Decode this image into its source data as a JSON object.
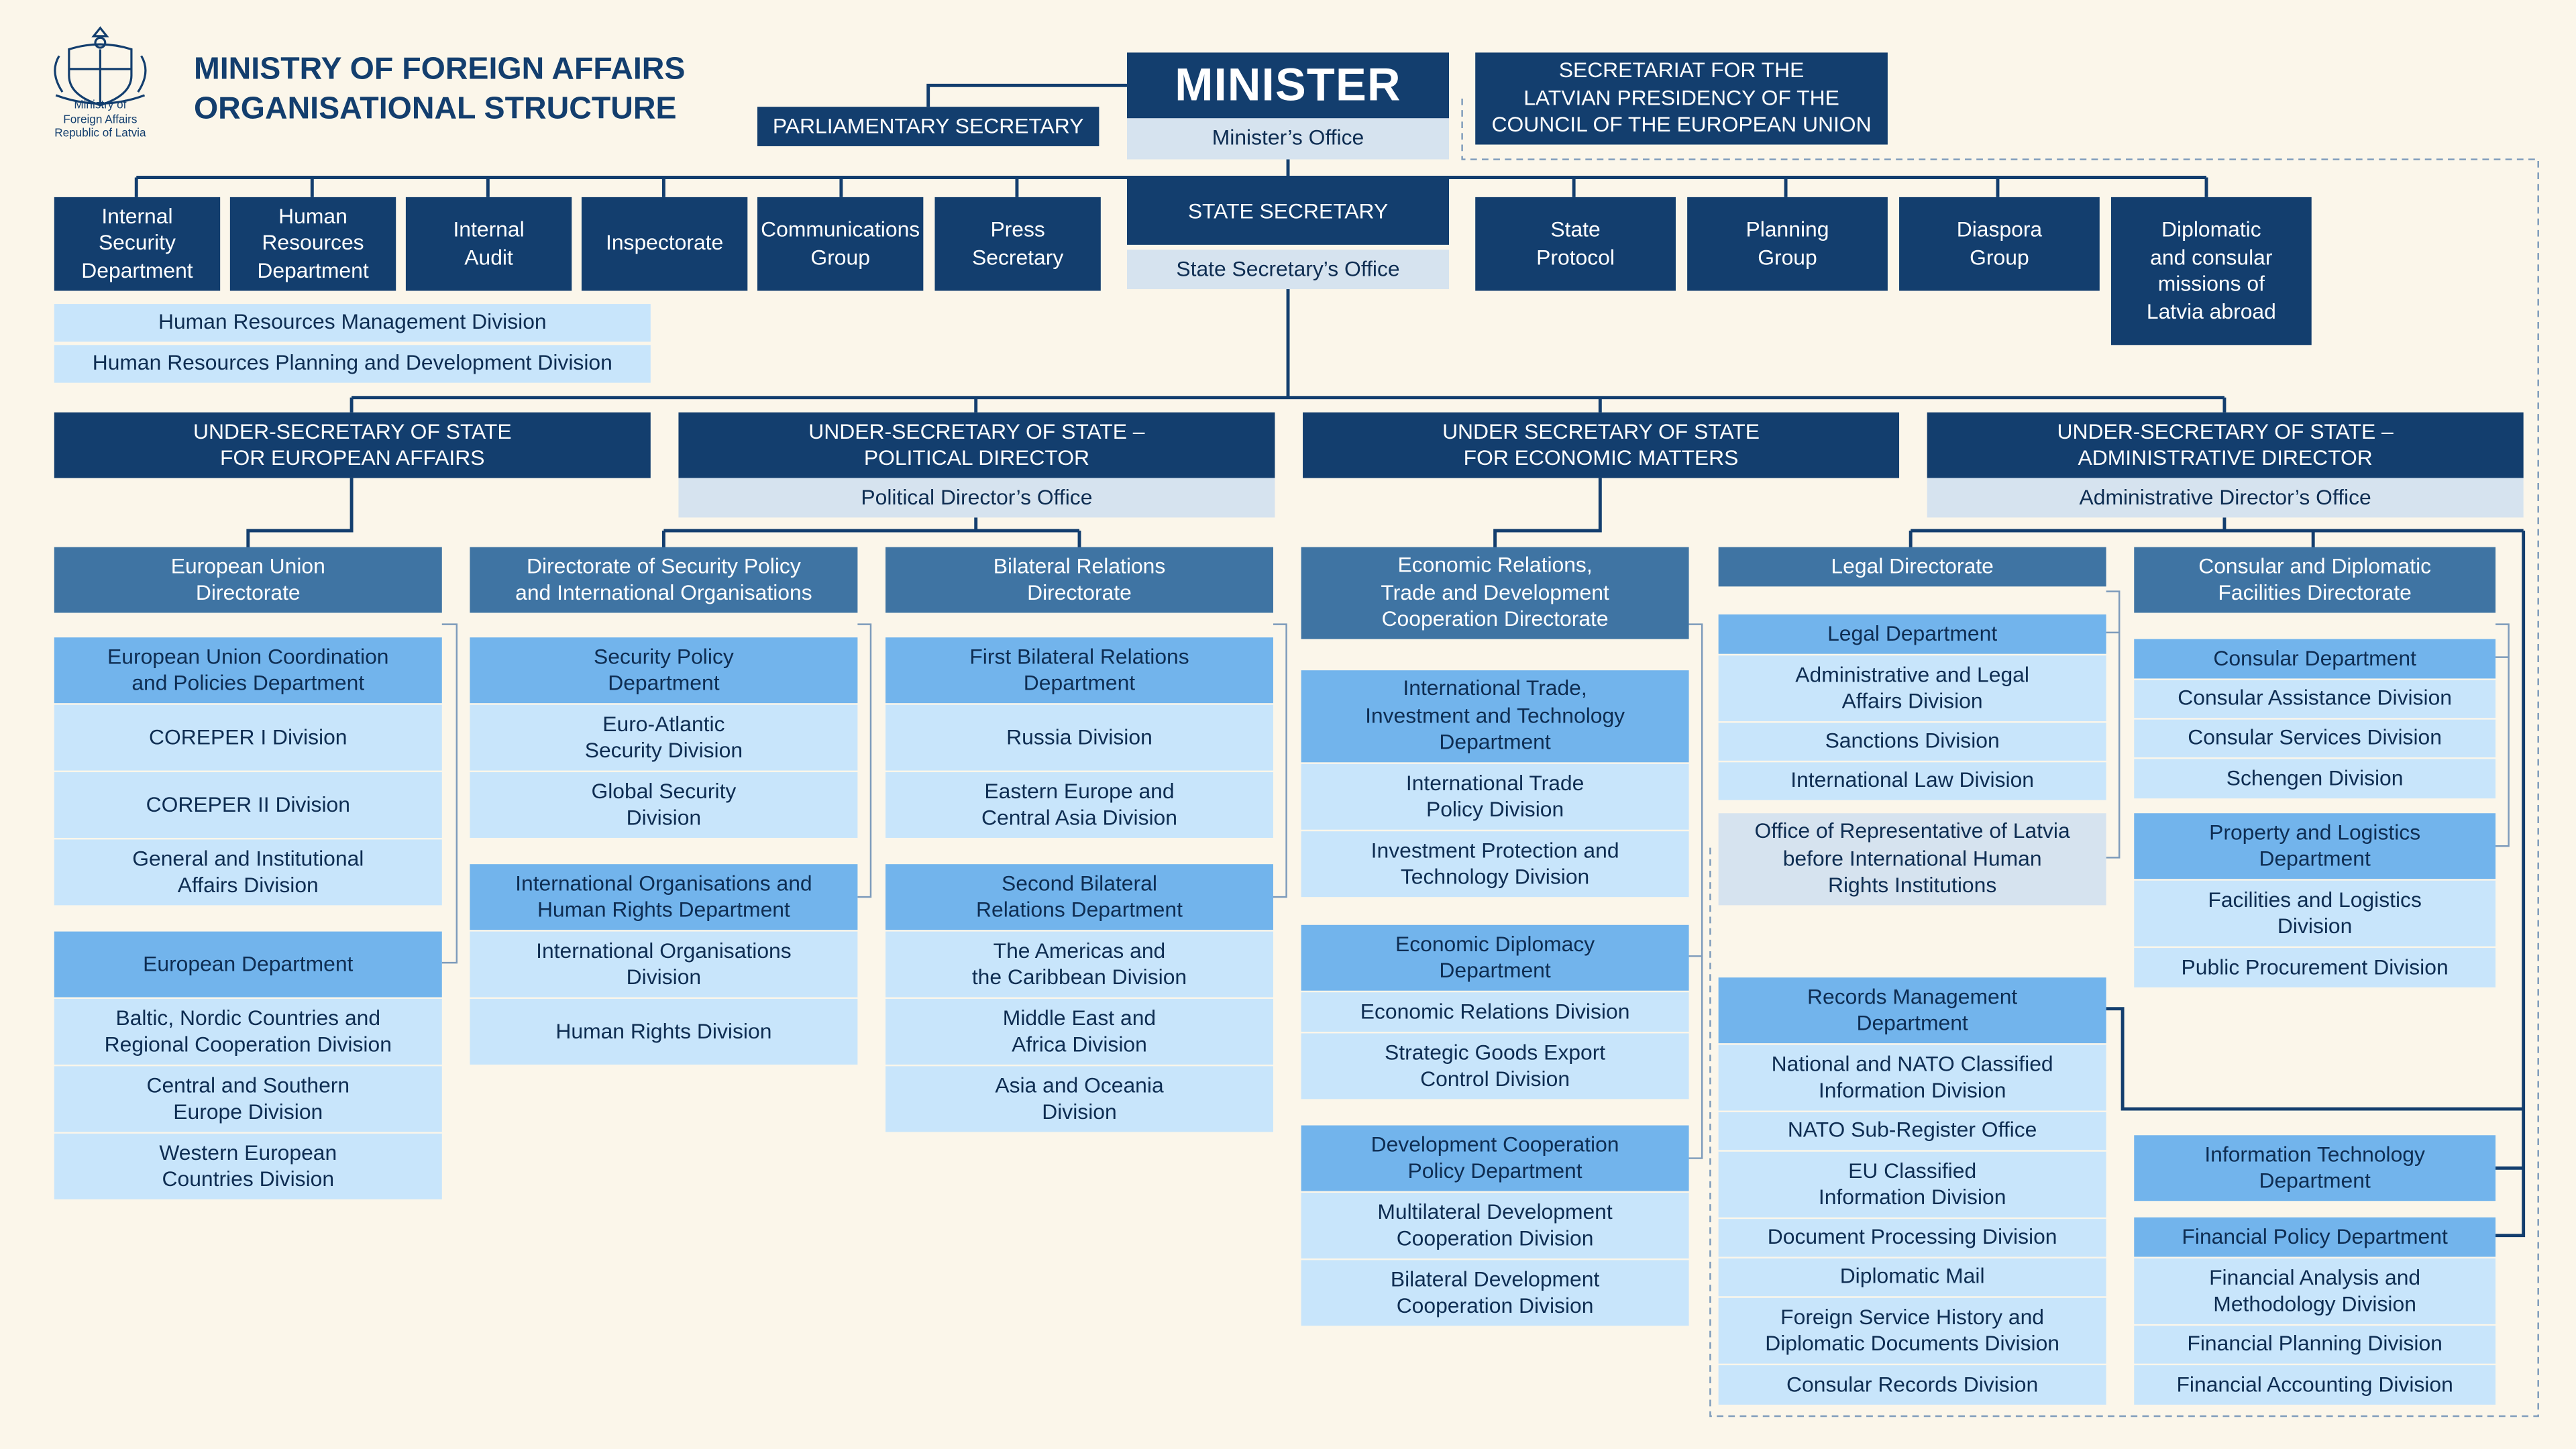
{
  "header": {
    "logo_caption": [
      "Ministry of",
      "Foreign Affairs",
      "Republic of Latvia"
    ],
    "title_line1": "MINISTRY OF FOREIGN AFFAIRS",
    "title_line2": "ORGANISATIONAL STRUCTURE"
  },
  "top": {
    "minister": "MINISTER",
    "ministers_office": "Minister’s Office",
    "parliamentary_secretary": "PARLIAMENTARY SECRETARY",
    "secretariat": "SECRETARIAT FOR THE\nLATVIAN PRESIDENCY OF THE\nCOUNCIL OF THE EUROPEAN UNION",
    "state_secretary": "STATE SECRETARY",
    "state_secretary_office": "State Secretary’s Office"
  },
  "left_units": [
    "Internal\nSecurity\nDepartment",
    "Human\nResources\nDepartment",
    "Internal\nAudit",
    "Inspectorate",
    "Communications\nGroup",
    "Press\nSecretary"
  ],
  "hr_divisions": [
    "Human Resources Management Division",
    "Human Resources Planning and Development Division"
  ],
  "right_units": [
    "State\nProtocol",
    "Planning\nGroup",
    "Diaspora\nGroup",
    "Diplomatic\nand consular\nmissions of\nLatvia abroad"
  ],
  "under_secretaries": [
    {
      "title": "UNDER-SECRETARY OF STATE\nFOR EUROPEAN AFFAIRS",
      "office": ""
    },
    {
      "title": "UNDER-SECRETARY OF STATE –\nPOLITICAL DIRECTOR",
      "office": "Political Director’s Office"
    },
    {
      "title": "UNDER SECRETARY OF STATE\nFOR ECONOMIC MATTERS",
      "office": ""
    },
    {
      "title": "UNDER-SECRETARY OF STATE –\nADMINISTRATIVE DIRECTOR",
      "office": "Administrative Director’s Office"
    }
  ],
  "col1": {
    "directorate": "European Union\nDirectorate",
    "dept1": "European Union Coordination\nand Policies Department",
    "dept1_divisions": [
      "COREPER I Division",
      "COREPER II Division",
      "General and Institutional\nAffairs Division"
    ],
    "dept2": "European Department",
    "dept2_divisions": [
      "Baltic, Nordic Countries and\nRegional Cooperation Division",
      "Central and Southern\nEurope Division",
      "Western European\nCountries Division"
    ]
  },
  "col2": {
    "directorate": "Directorate of Security Policy\nand International Organisations",
    "dept1": "Security Policy\nDepartment",
    "dept1_divisions": [
      "Euro-Atlantic\nSecurity Division",
      "Global Security\nDivision"
    ],
    "dept2": "International Organisations and\nHuman Rights Department",
    "dept2_divisions": [
      "International Organisations\nDivision",
      "Human Rights Division"
    ]
  },
  "col3": {
    "directorate": "Bilateral Relations\nDirectorate",
    "dept1": "First Bilateral Relations\nDepartment",
    "dept1_divisions": [
      "Russia Division",
      "Eastern Europe and\nCentral Asia  Division"
    ],
    "dept2": "Second Bilateral\nRelations Department",
    "dept2_divisions": [
      "The Americas and\nthe Caribbean Division",
      "Middle East and\nAfrica Division",
      "Asia and Oceania\nDivision"
    ]
  },
  "col4": {
    "directorate": "Economic Relations,\nTrade and Development\nCooperation Directorate",
    "dept1": "International Trade,\nInvestment and Technology\nDepartment",
    "dept1_divisions": [
      "International Trade\nPolicy Division",
      "Investment Protection and\nTechnology Division"
    ],
    "dept2": "Economic Diplomacy\nDepartment",
    "dept2_divisions": [
      "Economic Relations Division",
      "Strategic Goods Export\nControl Division"
    ],
    "dept3": "Development Cooperation\nPolicy Department",
    "dept3_divisions": [
      "Multilateral Development\nCooperation Division",
      "Bilateral Development\nCooperation Division"
    ]
  },
  "col5": {
    "directorate": "Legal Directorate",
    "dept1": "Legal Department",
    "dept1_divisions": [
      "Administrative and Legal\nAffairs Division",
      "Sanctions Division",
      "International Law Division"
    ],
    "office": "Office of Representative of Latvia\nbefore International Human\nRights Institutions",
    "dept2": "Records Management\nDepartment",
    "dept2_divisions": [
      "National and NATO Classified\nInformation Division",
      "NATO Sub-Register Office",
      "EU Classified\nInformation Division",
      "Document Processing Division",
      "Diplomatic Mail",
      "Foreign Service History and\nDiplomatic Documents Division",
      "Consular Records Division"
    ]
  },
  "col6": {
    "directorate": "Consular and Diplomatic\nFacilities Directorate",
    "dept1": "Consular Department",
    "dept1_divisions": [
      "Consular Assistance Division",
      "Consular Services Division",
      "Schengen Division"
    ],
    "dept2": "Property and Logistics\nDepartment",
    "dept2_divisions": [
      "Facilities and Logistics\nDivision",
      "Public Procurement Division"
    ],
    "dept3": "Information Technology\nDepartment",
    "dept4": "Financial Policy Department",
    "dept4_divisions": [
      "Financial Analysis and\nMethodology Division",
      "Financial Planning Division",
      "Financial Accounting Division"
    ]
  }
}
